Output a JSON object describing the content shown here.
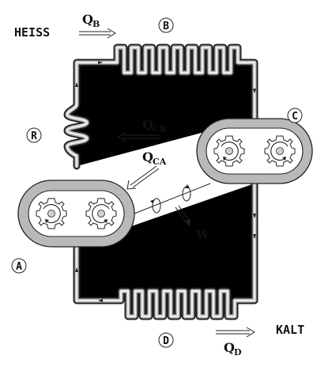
{
  "labels": {
    "heiss": "HEISS",
    "kalt": "KALT",
    "w": "W"
  },
  "heat_flows": {
    "qb": {
      "symbol": "Q",
      "subscript": "B"
    },
    "qcr": {
      "symbol": "Q",
      "subscript": "CR"
    },
    "qca": {
      "symbol": "Q",
      "subscript": "CA"
    },
    "qd": {
      "symbol": "Q",
      "subscript": "D"
    }
  },
  "nodes": {
    "a": "A",
    "b": "B",
    "c": "C",
    "d": "D",
    "r": "R"
  }
}
